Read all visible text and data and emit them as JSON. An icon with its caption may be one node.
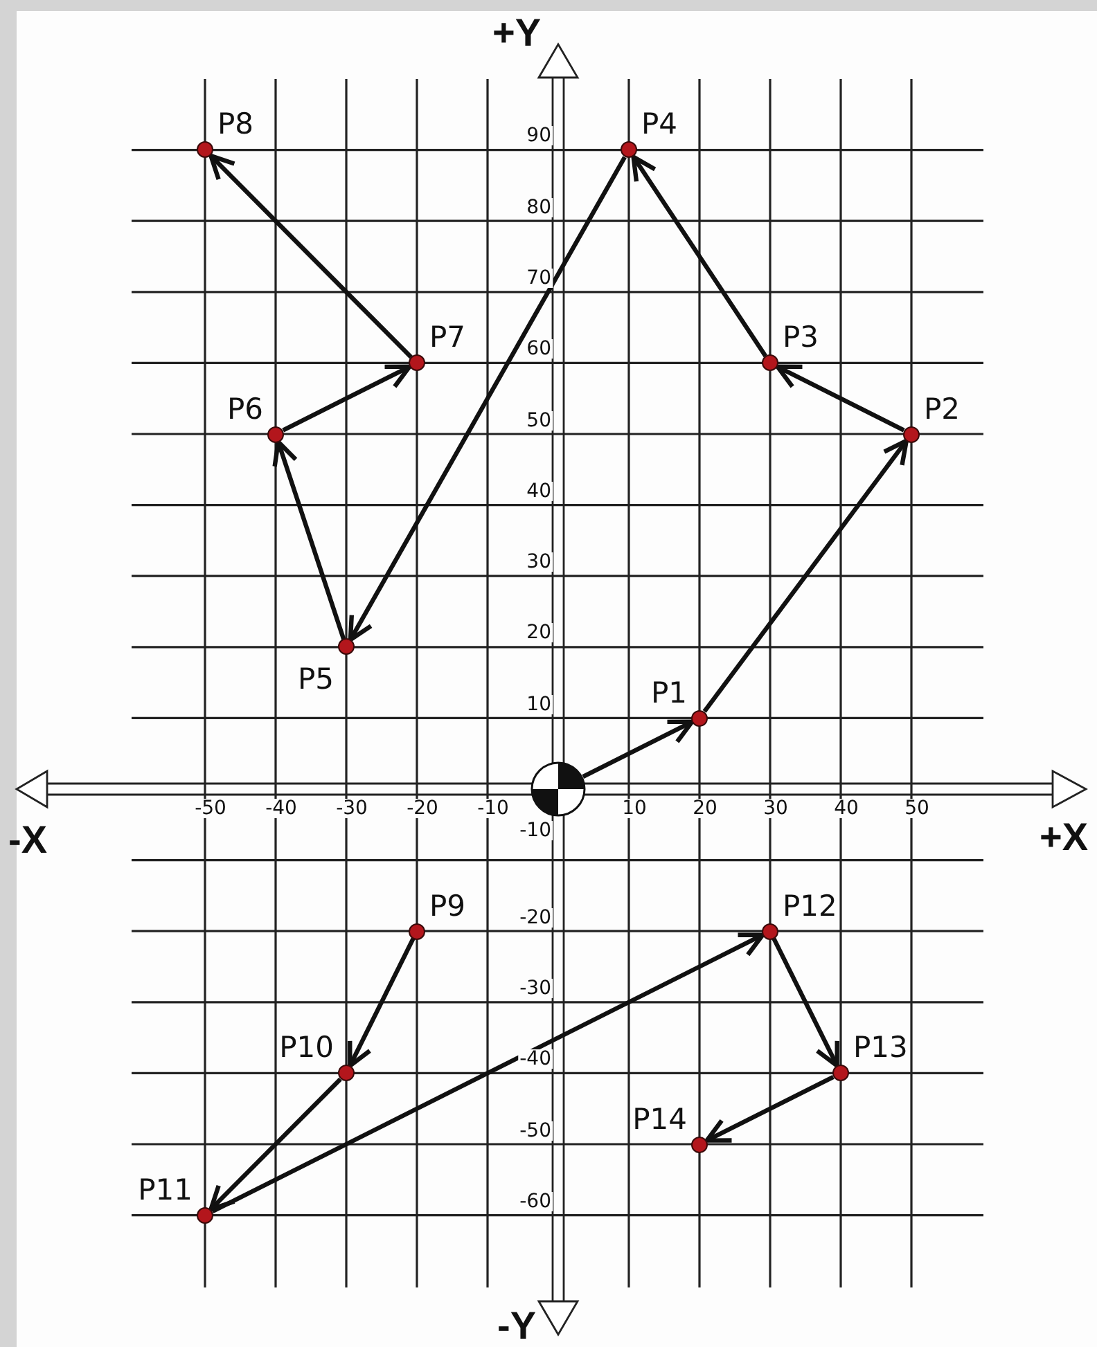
{
  "diagram": {
    "nodes": [
      {
        "text": [],
        "shape": "circle"
      },
      {
        "text": [],
        "shape": "circle",
        "beside": [
          "P1"
        ]
      },
      {
        "text": [],
        "shape": "circle",
        "beside": [
          "P2"
        ]
      },
      {
        "text": [],
        "shape": "circle",
        "beside": [
          "P3"
        ]
      },
      {
        "text": [],
        "shape": "circle",
        "beside": [
          "P4"
        ]
      },
      {
        "text": [],
        "shape": "circle",
        "beside": [
          "P5"
        ]
      },
      {
        "text": [],
        "shape": "circle",
        "beside": [
          "P6"
        ]
      },
      {
        "text": [],
        "shape": "circle",
        "beside": [
          "P7"
        ]
      },
      {
        "text": [],
        "shape": "circle",
        "beside": [
          "P8"
        ]
      },
      {
        "text": [],
        "shape": "circle",
        "beside": [
          "P9"
        ]
      },
      {
        "text": [],
        "shape": "circle",
        "beside": [
          "P10"
        ]
      },
      {
        "text": [],
        "shape": "circle",
        "beside": [
          "P11"
        ]
      },
      {
        "text": [],
        "shape": "circle",
        "beside": [
          "P12"
        ]
      },
      {
        "text": [],
        "shape": "circle",
        "beside": [
          "P13"
        ]
      },
      {
        "text": [],
        "shape": "circle",
        "beside": [
          "P14"
        ]
      }
    ],
    "edges": [
      {
        "from": 0,
        "to": 1,
        "arrow": "to"
      },
      {
        "from": 1,
        "to": 2,
        "arrow": "to"
      },
      {
        "from": 2,
        "to": 3,
        "arrow": "to"
      },
      {
        "from": 3,
        "to": 4,
        "arrow": "to"
      },
      {
        "from": 4,
        "to": 5,
        "arrow": "to"
      },
      {
        "from": 5,
        "to": 6,
        "arrow": "to"
      },
      {
        "from": 6,
        "to": 7,
        "arrow": "to"
      },
      {
        "from": 7,
        "to": 8,
        "arrow": "to"
      },
      {
        "from": 9,
        "to": 10,
        "arrow": "to"
      },
      {
        "from": 10,
        "to": 11,
        "arrow": "to"
      },
      {
        "from": 11,
        "to": 12,
        "arrow": "to"
      },
      {
        "from": 12,
        "to": 13,
        "arrow": "to"
      },
      {
        "from": 13,
        "to": 14,
        "arrow": "to"
      }
    ],
    "labels": [
      "+Y",
      "90",
      "80",
      "70",
      "60",
      "50",
      "40",
      "30",
      "20",
      "10",
      "-50",
      "-40",
      "-30",
      "-20",
      "-10",
      "10",
      "20",
      "30",
      "40",
      "50",
      "-X",
      "+X",
      "-10",
      "-20",
      "-30",
      "-40",
      "-50",
      "-60",
      "-Y"
    ]
  }
}
